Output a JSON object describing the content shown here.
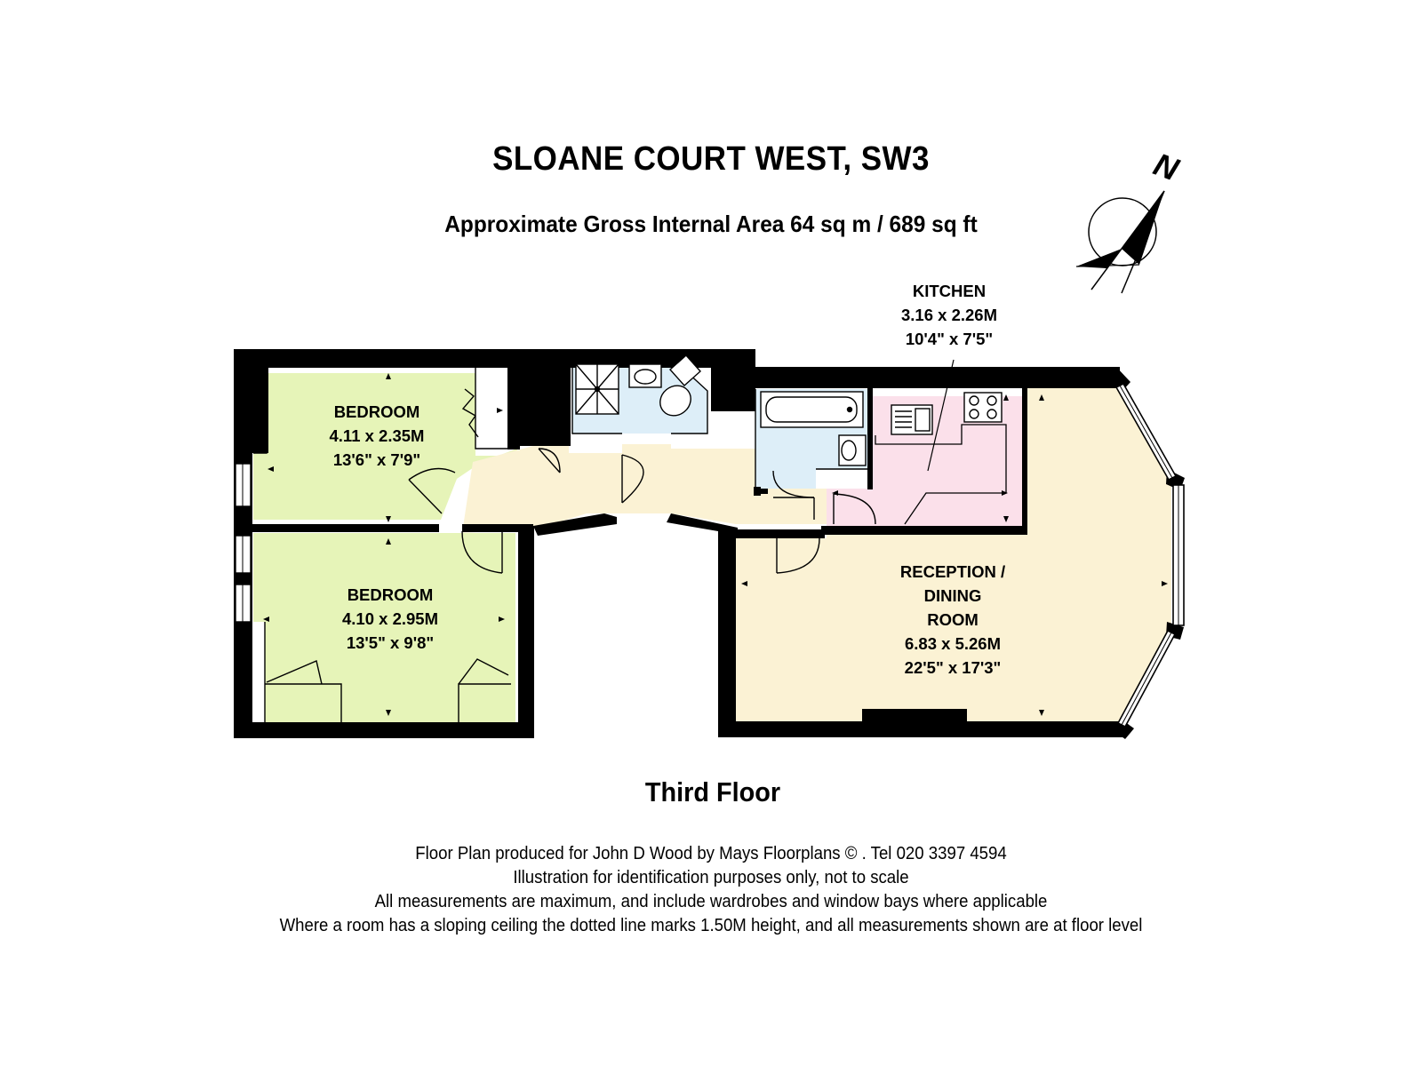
{
  "header": {
    "title": "SLOANE COURT WEST, SW3",
    "area": "Approximate Gross Internal Area 64 sq m  /  689 sq ft"
  },
  "compass": {
    "label": "N",
    "icon": "north-arrow-icon"
  },
  "rooms": {
    "bedroom1": {
      "name": "BEDROOM",
      "metric": "4.11 x 2.35M",
      "imperial": "13'6\" x 7'9\"",
      "color": "#E6F4B8"
    },
    "bedroom2": {
      "name": "BEDROOM",
      "metric": "4.10 x 2.95M",
      "imperial": "13'5\" x 9'8\"",
      "color": "#E6F4B8"
    },
    "kitchen": {
      "name": "KITCHEN",
      "metric": "3.16 x 2.26M",
      "imperial": "10'4\" x 7'5\"",
      "color": "#FBE0EA"
    },
    "reception": {
      "line1": "RECEPTION /",
      "line2": "DINING",
      "line3": "ROOM",
      "metric": "6.83 x 5.26M",
      "imperial": "22'5\" x 17'3\"",
      "color": "#FBF2D4"
    },
    "bathrooms": {
      "color": "#DDEEF8"
    },
    "hallway": {
      "color": "#FBF2D4"
    }
  },
  "floor": {
    "label": "Third Floor"
  },
  "footer": {
    "line1": "Floor Plan produced for John D Wood by Mays Floorplans  © . Tel 020 3397 4594",
    "line2": "Illustration for identification purposes only, not to scale",
    "line3": "All measurements are maximum, and include wardrobes and window bays where applicable",
    "line4": "Where a room has a sloping ceiling the dotted line marks 1.50M height, and all measurements shown are at floor level"
  },
  "colors": {
    "wall": "#000000",
    "line": "#222222"
  }
}
